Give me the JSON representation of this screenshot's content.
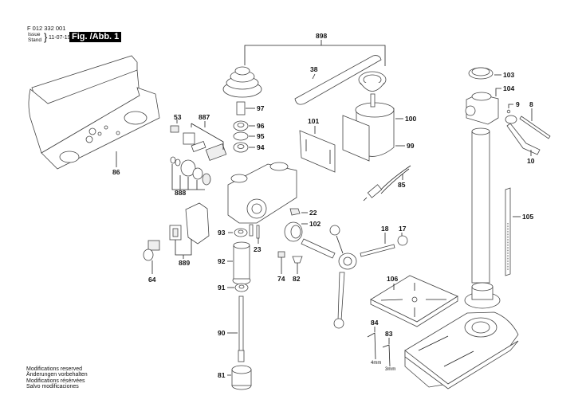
{
  "header": {
    "document_number": "F 012 332 001",
    "issue_label_en": "Issue",
    "issue_label_de": "Stand",
    "issue_date": "11-07-19",
    "figure_label": "Fig. /Abb. 1"
  },
  "footer": {
    "modifications": [
      "Modifications reserved",
      "Änderungen vorbehalten",
      "Modifications résérvées",
      "Salvo modificaciones"
    ]
  },
  "parts": {
    "p86": "86",
    "p53": "53",
    "p887": "887",
    "p888": "888",
    "p889": "889",
    "p64": "64",
    "p898": "898",
    "p38": "38",
    "p97": "97",
    "p96": "96",
    "p95": "95",
    "p94": "94",
    "p101": "101",
    "p100": "100",
    "p99": "99",
    "p85": "85",
    "p22": "22",
    "p102": "102",
    "p93": "93",
    "p23": "23",
    "p92": "92",
    "p91": "91",
    "p90": "90",
    "p81": "81",
    "p74": "74",
    "p82": "82",
    "p18": "18",
    "p17": "17",
    "p106": "106",
    "p84": "84",
    "p83": "83",
    "p103": "103",
    "p104": "104",
    "p9": "9",
    "p8": "8",
    "p10": "10",
    "p105": "105"
  },
  "sizes": {
    "p84": "4mm",
    "p83": "3mm"
  }
}
